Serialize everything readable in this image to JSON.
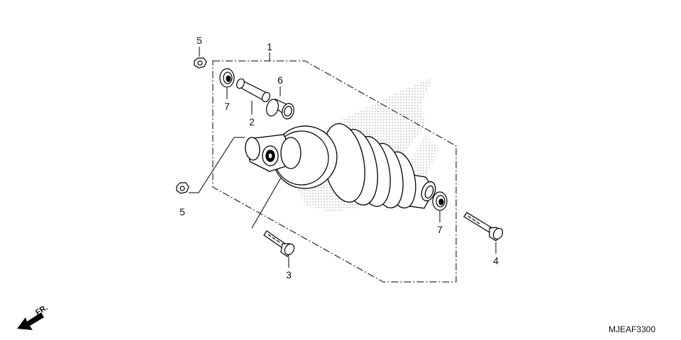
{
  "diagram": {
    "code": "MJEAF3300",
    "direction_label": "FR.",
    "callouts": {
      "c1": "1",
      "c2": "2",
      "c3": "3",
      "c4": "4",
      "c5a": "5",
      "c5b": "5",
      "c6": "6",
      "c7a": "7",
      "c7b": "7"
    },
    "colors": {
      "line": "#000000",
      "stipple": "#8a8a8a"
    },
    "icons": {
      "direction": "forward-arrow-icon"
    }
  }
}
